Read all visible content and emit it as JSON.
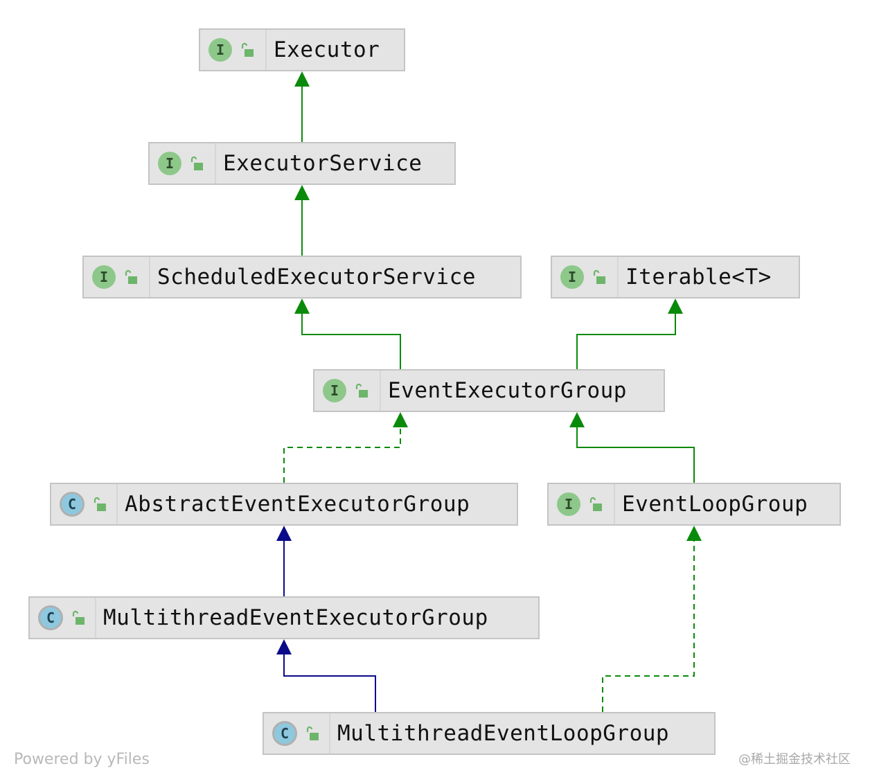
{
  "diagram": {
    "nodes": [
      {
        "id": "executor",
        "label": "Executor",
        "kind": "interface",
        "kind_letter": "I"
      },
      {
        "id": "executorservice",
        "label": "ExecutorService",
        "kind": "interface",
        "kind_letter": "I"
      },
      {
        "id": "scheduledexecutorservice",
        "label": "ScheduledExecutorService",
        "kind": "interface",
        "kind_letter": "I"
      },
      {
        "id": "iterable",
        "label": "Iterable<T>",
        "kind": "interface",
        "kind_letter": "I"
      },
      {
        "id": "eventexecutorgroup",
        "label": "EventExecutorGroup",
        "kind": "interface",
        "kind_letter": "I"
      },
      {
        "id": "abstracteventexecutorgroup",
        "label": "AbstractEventExecutorGroup",
        "kind": "abstract-class",
        "kind_letter": "C"
      },
      {
        "id": "eventloopgroup",
        "label": "EventLoopGroup",
        "kind": "interface",
        "kind_letter": "I"
      },
      {
        "id": "multithreadeventexecutorgroup",
        "label": "MultithreadEventExecutorGroup",
        "kind": "abstract-class",
        "kind_letter": "C"
      },
      {
        "id": "multithreadeventloopgroup",
        "label": "MultithreadEventLoopGroup",
        "kind": "abstract-class",
        "kind_letter": "C"
      }
    ],
    "edges": [
      {
        "from": "executorservice",
        "to": "executor",
        "relation": "extends"
      },
      {
        "from": "scheduledexecutorservice",
        "to": "executorservice",
        "relation": "extends"
      },
      {
        "from": "eventexecutorgroup",
        "to": "scheduledexecutorservice",
        "relation": "extends"
      },
      {
        "from": "eventexecutorgroup",
        "to": "iterable",
        "relation": "extends"
      },
      {
        "from": "abstracteventexecutorgroup",
        "to": "eventexecutorgroup",
        "relation": "implements"
      },
      {
        "from": "eventloopgroup",
        "to": "eventexecutorgroup",
        "relation": "extends"
      },
      {
        "from": "multithreadeventexecutorgroup",
        "to": "abstracteventexecutorgroup",
        "relation": "class-extends"
      },
      {
        "from": "multithreadeventloopgroup",
        "to": "multithreadeventexecutorgroup",
        "relation": "class-extends"
      },
      {
        "from": "multithreadeventloopgroup",
        "to": "eventloopgroup",
        "relation": "implements"
      }
    ],
    "colors": {
      "extends": "#0a8a0a",
      "implements": "#0a8a0a",
      "class-extends": "#0a0a8a",
      "node_fill": "#e4e4e4",
      "node_border": "#c4c4c4",
      "interface_badge": "#8dc88a",
      "class_badge": "#8ec8de",
      "access_icon": "#6db56a"
    },
    "icons": {
      "interface": "interface-icon",
      "class": "abstract-class-icon",
      "access": "public-unlocked-icon"
    }
  },
  "footer": {
    "powered_by": "Powered by yFiles",
    "watermark": "@稀土掘金技术社区"
  }
}
